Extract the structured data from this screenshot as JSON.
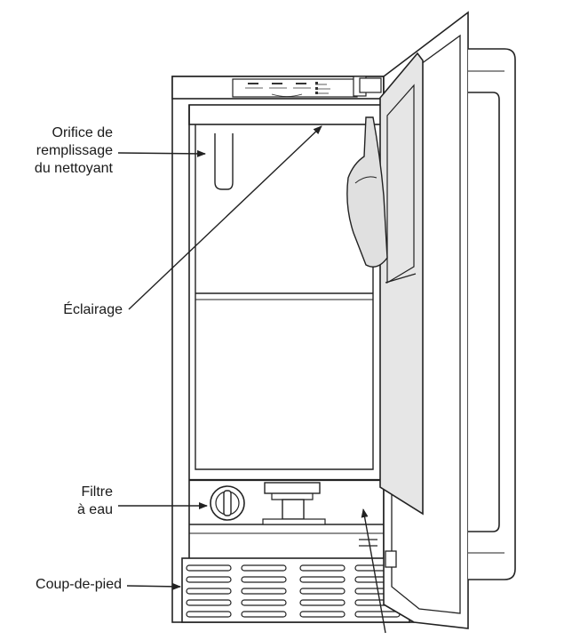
{
  "labels": {
    "cleaner_fill": [
      "Orifice de",
      "remplissage",
      "du nettoyant"
    ],
    "lighting": "Éclairage",
    "water_filter": [
      "Filtre",
      "à eau"
    ],
    "kick_plate": "Coup-de-pied"
  },
  "colors": {
    "line": "#222222",
    "panel_fill": "#e6e6e6",
    "background": "#ffffff"
  }
}
